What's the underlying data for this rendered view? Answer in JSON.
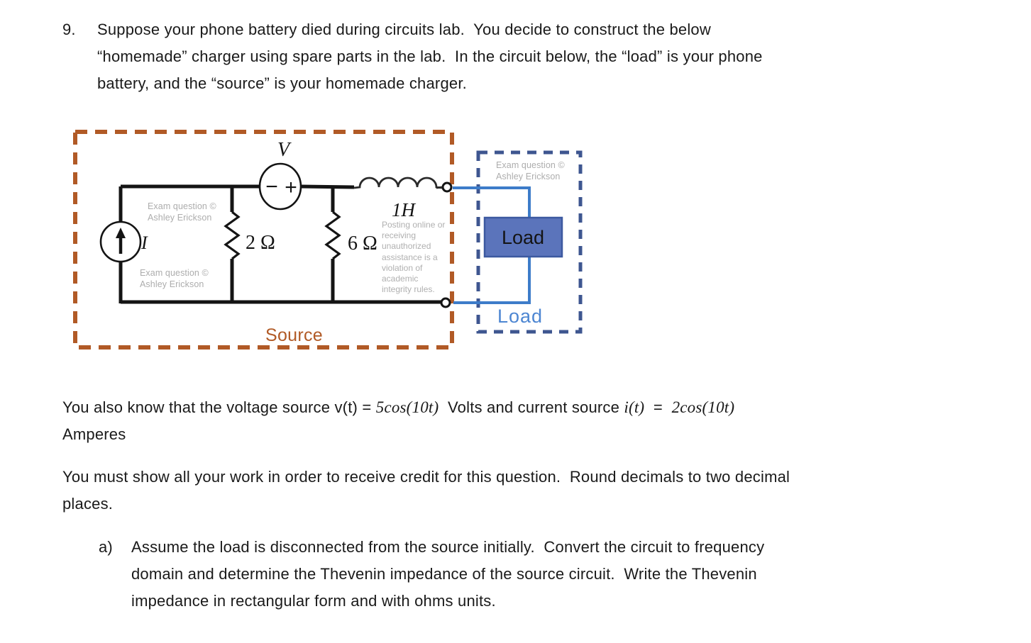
{
  "intro": {
    "number": "9.",
    "line1": "Suppose your phone battery died during circuits lab.  You decide to construct the below",
    "line2": "“homemade” charger using spare parts in the lab.  In the circuit below, the “load” is your phone",
    "line3": "battery, and the “source” is your homemade charger."
  },
  "given": {
    "seg1": "You also know that the voltage source v(t) = ",
    "math1": "5cos(10t)",
    "seg2": "  Volts and current source ",
    "math2": "i(t)",
    "seg3": "  =  ",
    "math3": "2cos(10t)",
    "line2": "Amperes"
  },
  "work": {
    "line1": "You must show all your work in order to receive credit for this question.  Round decimals to two decimal",
    "line2": "places."
  },
  "part_a": {
    "label": "a)",
    "line1": "Assume the load is disconnected from the source initially.  Convert the circuit to frequency",
    "line2": "domain and determine the Thevenin impedance of the source circuit.  Write the Thevenin",
    "line3": "impedance in rectangular form and with ohms units."
  },
  "circuit": {
    "v_label": "V",
    "i_label": "I",
    "minus_sign": "−",
    "plus_sign": "+",
    "r1_label": "2 Ω",
    "r2_label": "6 Ω",
    "inductor_label": "1H",
    "source_label": "Source",
    "load_block_label": "Load",
    "load_caption": "Load",
    "watermark_line1": "Exam question ©",
    "watermark_line2": "Ashley Erickson",
    "integrity_lines": [
      "Posting online or",
      "receiving",
      "unauthorized",
      "assistance is a",
      "violation of",
      "academic",
      "integrity rules."
    ]
  },
  "colors": {
    "source_border": "#b15a26",
    "load_border": "#3e5690",
    "load_fill": "#5b74bb",
    "load_fill_border": "#3c59a0",
    "wire_blue": "#3d7cc9",
    "load_caption_text": "#4d86d2",
    "watermark_gray": "#adadad",
    "body_text": "#1a1a1a"
  }
}
